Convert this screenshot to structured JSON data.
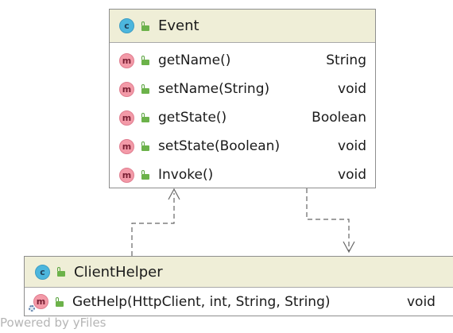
{
  "event_class": {
    "badge": "c",
    "name": "Event",
    "members": [
      {
        "badge": "m",
        "name": "getName()",
        "type": "String"
      },
      {
        "badge": "m",
        "name": "setName(String)",
        "type": "void"
      },
      {
        "badge": "m",
        "name": "getState()",
        "type": "Boolean"
      },
      {
        "badge": "m",
        "name": "setState(Boolean)",
        "type": "void"
      },
      {
        "badge": "m",
        "name": "Invoke()",
        "type": "void"
      }
    ]
  },
  "clienthelper_class": {
    "badge": "c",
    "name": "ClientHelper",
    "members": [
      {
        "badge": "m",
        "name": "GetHelp(HttpClient, int, String, String)",
        "type": "void"
      }
    ]
  },
  "watermark": "Powered by yFiles",
  "colors": {
    "header_bg": "#efeed7",
    "class_badge": "#4cb6dd",
    "method_badge": "#f39aa8",
    "public_lock": "#6cb24a",
    "edge": "#666666"
  },
  "icons": {
    "class": "class-icon",
    "method": "method-icon",
    "visibility": "public-visibility-icon",
    "static_overlay": "static-method-overlay-icon"
  }
}
